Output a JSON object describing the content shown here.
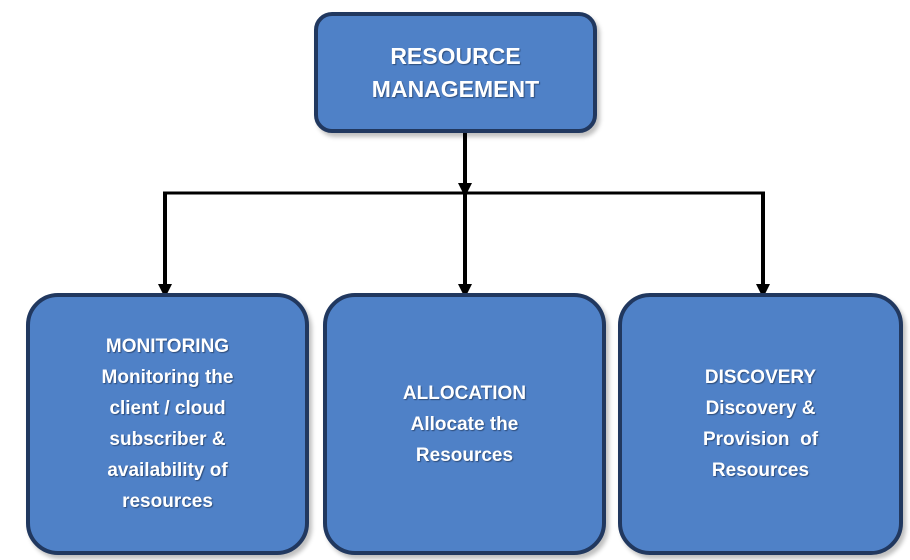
{
  "root": {
    "line1": "RESOURCE",
    "line2": "MANAGEMENT"
  },
  "children": [
    {
      "title": "MONITORING",
      "lines": [
        "Monitoring the",
        "client / cloud",
        "subscriber &",
        "availability of",
        "resources"
      ]
    },
    {
      "title": "ALLOCATION",
      "lines": [
        "Allocate the",
        "Resources"
      ]
    },
    {
      "title": "DISCOVERY",
      "lines": [
        "Discovery &",
        "Provision  of",
        "Resources"
      ]
    }
  ],
  "colors": {
    "box_fill": "#4f81c7",
    "box_border": "#21385f",
    "text": "#ffffff",
    "connector": "#000000"
  }
}
